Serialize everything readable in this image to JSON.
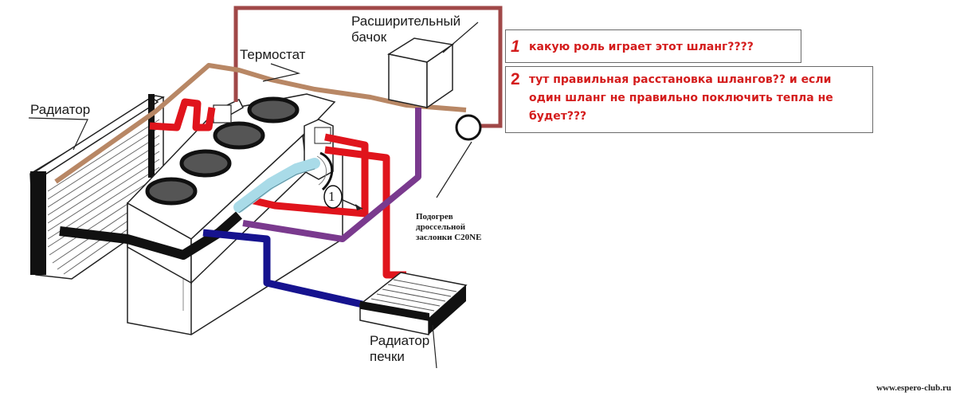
{
  "labels": {
    "radiator": "Радиатор",
    "thermostat": "Термостат",
    "tank_line1": "Расширительный",
    "tank_line2": "бачок",
    "heater_line1": "Радиатор",
    "heater_line2": "печки",
    "throttle_line1": "Подогрев",
    "throttle_line2": "дроссельной",
    "throttle_line3": "заслонки C20NE",
    "marker": "1"
  },
  "questions": [
    {
      "number": "1",
      "text": "какую роль играет этот шланг????"
    },
    {
      "number": "2",
      "text_line1": "тут правильная расстановка шлангов?? и если",
      "text_line2": "один шланг не правильно поключить тепла не",
      "text_line3": "будет???"
    }
  ],
  "footer": {
    "site": "www.espero-club.ru"
  },
  "colors": {
    "red_hose": "#e0141c",
    "blue_hose": "#16138f",
    "purple_hose": "#7a3a8e",
    "brown_hose": "#b88765",
    "maroon_hose": "#a04848",
    "black_hose": "#111111",
    "light_blue_hose": "#a9dbe8",
    "question_text": "#d41c1c",
    "question_num1": "#d41c1c",
    "question_num2": "#d41c1c"
  },
  "icons": [
    "radiator-icon",
    "engine-block-icon",
    "expansion-tank-icon",
    "heater-core-icon",
    "thermostat-housing-icon",
    "throttle-heater-ring-icon"
  ]
}
